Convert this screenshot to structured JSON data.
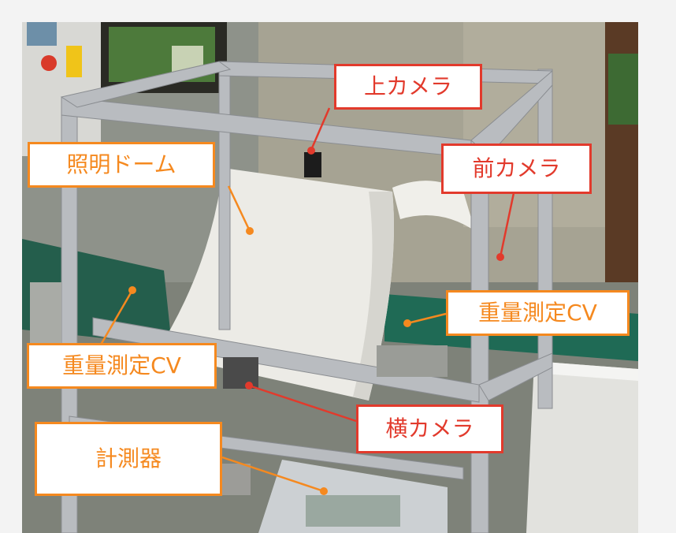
{
  "labels": {
    "top_camera": "上カメラ",
    "lighting_dome": "照明ドーム",
    "front_camera": "前カメラ",
    "weighing_cv_right": "重量測定CV",
    "weighing_cv_left": "重量測定CV",
    "side_camera": "横カメラ",
    "measuring_instrument": "計測器"
  },
  "colors": {
    "camera_callout": "#e23a2c",
    "equipment_callout": "#f5891f",
    "frame": "#b9bcc0",
    "conveyor_belt": "#1f6a55"
  }
}
